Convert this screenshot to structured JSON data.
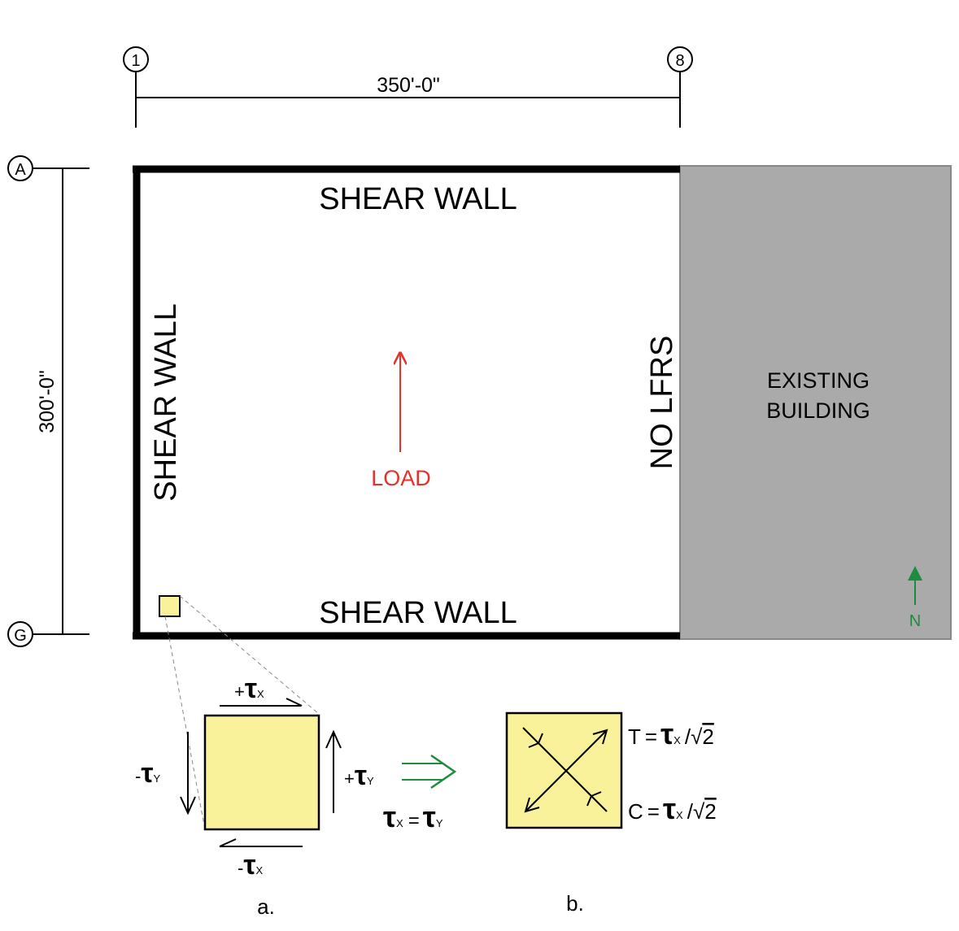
{
  "grid": {
    "col_start": "1",
    "col_end": "8",
    "row_start": "A",
    "row_end": "G",
    "width_dim": "350'-0\"",
    "height_dim": "300'-0\""
  },
  "plan": {
    "north_wall_label": "SHEAR WALL",
    "south_wall_label": "SHEAR WALL",
    "west_wall_label": "SHEAR WALL",
    "east_edge_label": "NO LFRS",
    "load_label": "LOAD",
    "existing_building_line1": "EXISTING",
    "existing_building_line2": "BUILDING",
    "north_label": "N"
  },
  "detail_a": {
    "caption": "a.",
    "top_sign": "+",
    "top_sub": "X",
    "right_sign": "+",
    "right_sub": "Y",
    "left_sign": "-",
    "left_sub": "Y",
    "bottom_sign": "-",
    "bottom_sub": "X",
    "eq_left_sub": "X",
    "eq_equals": "=",
    "eq_right_sub": "Y"
  },
  "detail_b": {
    "caption": "b.",
    "tension_letter": "T",
    "tension_sub": "X",
    "compression_letter": "C",
    "compression_sub": "X",
    "eq_equals": "=",
    "divisor": "/",
    "sqrt_sign": "√",
    "sqrt_arg": "2"
  },
  "symbols": {
    "tau": "τ"
  },
  "colors": {
    "walls": "#000000",
    "load": "#e8302a",
    "existing_building": "#aaaaaa",
    "north_arrow": "#1d8c3d",
    "implies_arrow": "#1d8c3d",
    "element_fill": "#f9f29b"
  }
}
